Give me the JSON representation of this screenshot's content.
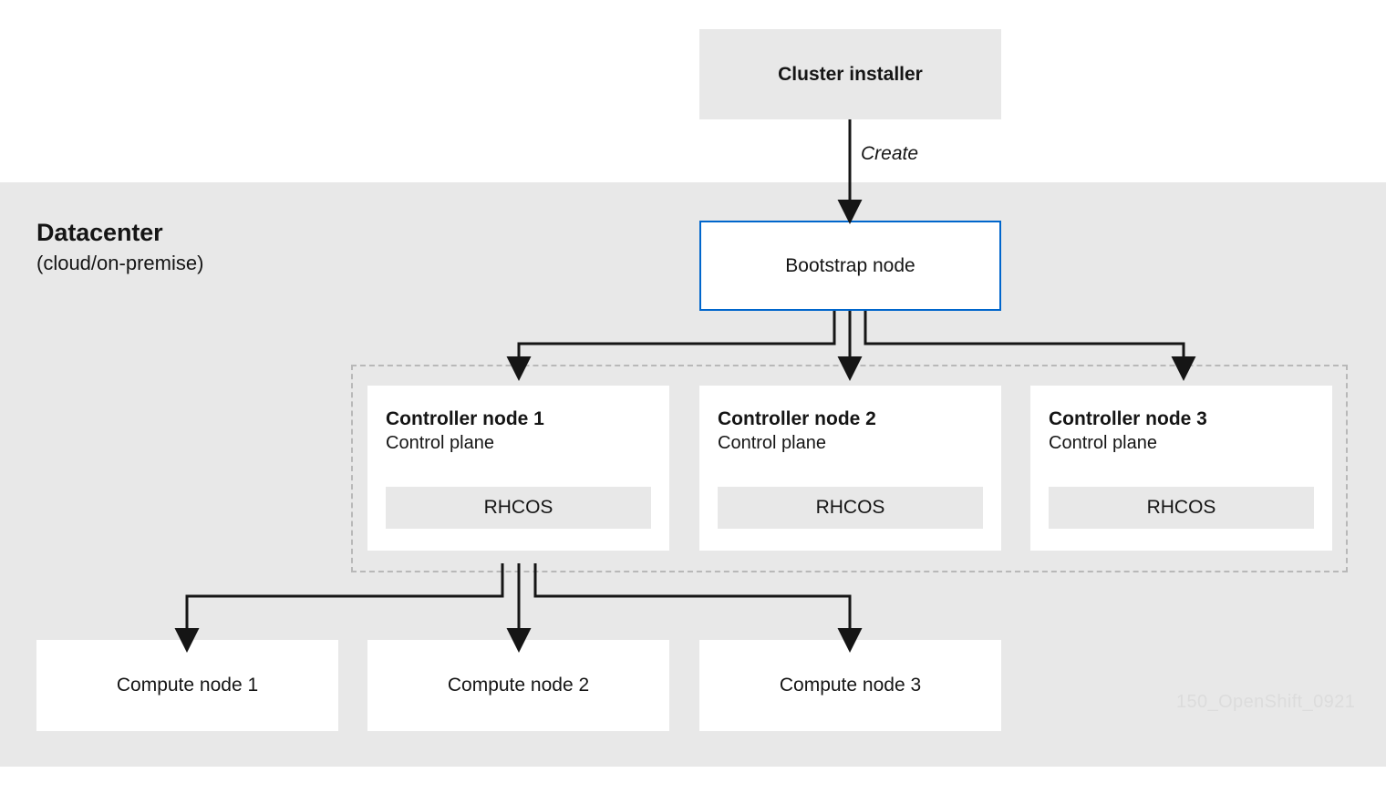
{
  "diagram": {
    "type": "architecture-flow",
    "watermark": "150_OpenShift_0921",
    "colors": {
      "panel_background": "#e8e8e8",
      "page_background": "#ffffff",
      "box_grey": "#e8e8e8",
      "box_white": "#ffffff",
      "accent_blue": "#0066cc",
      "dashed_border": "#b8b8b8",
      "connector": "#151515",
      "text": "#151515",
      "watermark": "#dcdcdc"
    }
  },
  "installer": {
    "label": "Cluster installer"
  },
  "edges": {
    "create_label": "Create"
  },
  "datacenter": {
    "title": "Datacenter",
    "subtitle": "(cloud/on-premise)"
  },
  "bootstrap": {
    "label": "Bootstrap node"
  },
  "control_plane_group": {
    "controllers": [
      {
        "title": "Controller node 1",
        "role": "Control plane",
        "os": "RHCOS"
      },
      {
        "title": "Controller node 2",
        "role": "Control plane",
        "os": "RHCOS"
      },
      {
        "title": "Controller node 3",
        "role": "Control plane",
        "os": "RHCOS"
      }
    ]
  },
  "compute_nodes": [
    {
      "label": "Compute node 1"
    },
    {
      "label": "Compute node 2"
    },
    {
      "label": "Compute node 3"
    }
  ]
}
